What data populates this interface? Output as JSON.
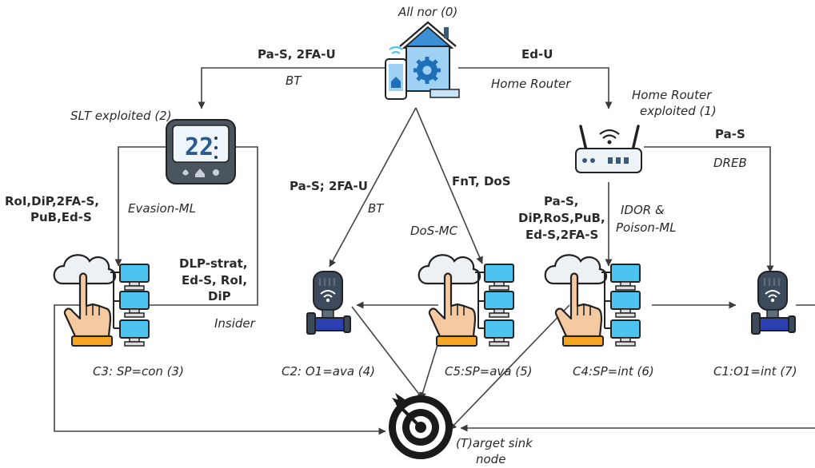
{
  "nodes": {
    "all_nor": "All nor (0)",
    "slt_exploited": "SLT exploited (2)",
    "home_router_exploited": [
      "Home Router",
      "exploited (1)"
    ],
    "c3": "C3: SP=con (3)",
    "c2": "C2: O1=ava (4)",
    "c5": "C5:SP=ava (5)",
    "c4": "C4:SP=int (6)",
    "c1": "C1:O1=int (7)",
    "target": [
      "(T)arget sink",
      "node"
    ],
    "thermostat_display": "22"
  },
  "edge_labels": {
    "top_left": "Pa-S, 2FA-U",
    "top_left_channel": "BT",
    "top_right": "Ed-U",
    "top_right_channel": "Home Router",
    "slt_to_c3": [
      "RoI,DiP,2FA-S,",
      "PuB,Ed-S"
    ],
    "slt_to_c3_channel": "Evasion-ML",
    "insider": [
      "DLP-strat,",
      "Ed-S, RoI,",
      "DiP"
    ],
    "insider_channel": "Insider",
    "to_c2": "Pa-S; 2FA-U",
    "to_c2_channel": "BT",
    "to_c5": "FnT, DoS",
    "to_c5_channel": "DoS-MC",
    "router_to_c4": [
      "Pa-S,",
      "DiP,RoS,PuB,",
      "Ed-S,2FA-S"
    ],
    "router_to_c4_channel": [
      "IDOR &",
      "Poison-ML"
    ],
    "router_to_c1": "Pa-S",
    "router_to_c1_channel": "DREB"
  },
  "colors": {
    "house_roof": "#3a8fd6",
    "house_wall": "#9fd1f5",
    "gear": "#1f6fb8",
    "router_body": "#eef3f8",
    "router_ports": "#3a5a7a",
    "thermostat_body": "#4a5560",
    "thermostat_screen": "#eef6fc",
    "screen_blue": "#4dc3f0",
    "cloud": "#eef1f4",
    "hand": "#f6caa0",
    "cuff": "#f5a623",
    "valve_blue": "#2a3fb0",
    "valve_head": "#3c4a5c",
    "target": "#1a1a1a",
    "edge": "#444444"
  }
}
